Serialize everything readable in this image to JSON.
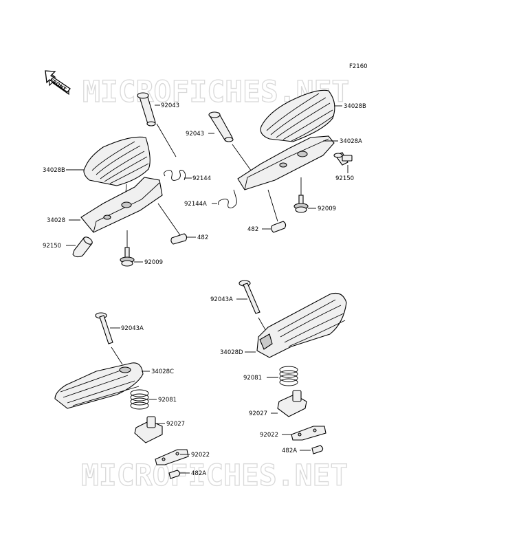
{
  "figure_code": "F2160",
  "watermark": "MICROFICHES.NET",
  "front_arrow_label": "FRONT",
  "labels": {
    "p92043_top": "92043",
    "p34028B_left": "34028B",
    "p92144": "92144",
    "p34028": "34028",
    "p482_left": "482",
    "p92150_left": "92150",
    "p92009_left": "92009",
    "p92043_right": "92043",
    "p34028B_right": "34028B",
    "p34028A": "34028A",
    "p92150_right": "92150",
    "p92144A": "92144A",
    "p92009_right": "92009",
    "p482_right": "482",
    "p92043A_right": "92043A",
    "p34028D": "34028D",
    "p92081_right": "92081",
    "p92027_right": "92027",
    "p92022_right": "92022",
    "p482A_right": "482A",
    "p92043A_left": "92043A",
    "p34028C": "34028C",
    "p92081_left": "92081",
    "p92027_left": "92027",
    "p92022_left": "92022",
    "p482A_left": "482A"
  }
}
